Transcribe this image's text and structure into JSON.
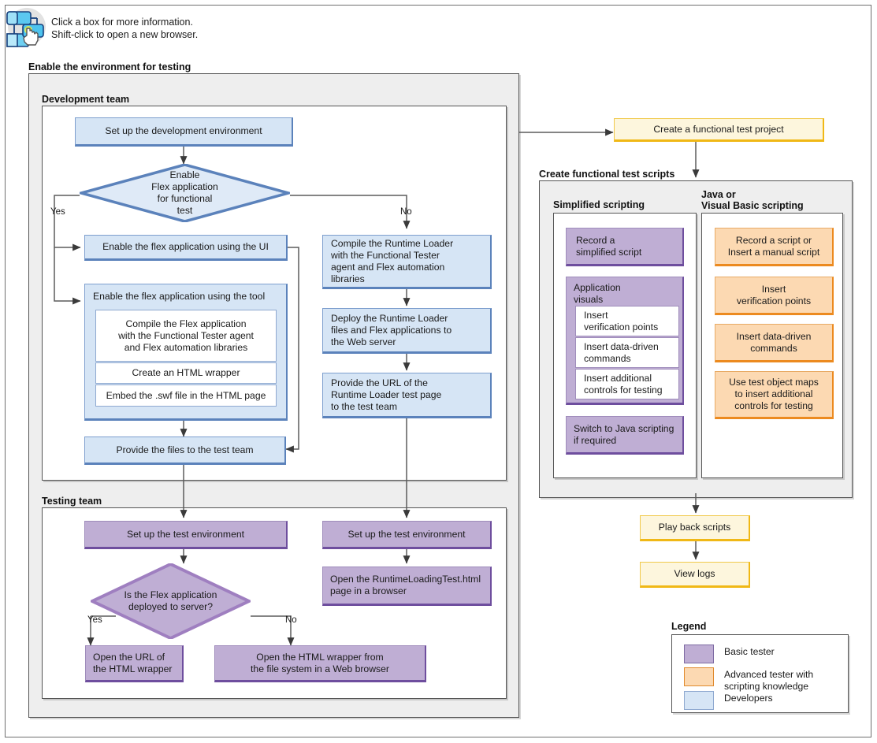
{
  "header": {
    "icon": "flowchart-hand-cursor-icon",
    "line1": "Click a box for more information.",
    "line2": "Shift-click to open a new browser."
  },
  "groups": {
    "enable_env": "Enable the environment for testing",
    "dev_team": "Development team",
    "test_team": "Testing team",
    "create_scripts": "Create functional test scripts",
    "simplified": "Simplified scripting",
    "java_vb": "Java or\nVisual Basic scripting"
  },
  "dev": {
    "setup_env": "Set up the development environment",
    "decision": "Enable\nFlex application\nfor functional\ntest",
    "yes": "Yes",
    "no": "No",
    "enable_ui": "Enable the flex application using the UI",
    "enable_tool": "Enable the flex application using the tool",
    "tool_step1": "Compile the Flex application\nwith the Functional Tester agent\nand Flex automation libraries",
    "tool_step2": "Create an HTML wrapper",
    "tool_step3": "Embed the .swf file in the HTML page",
    "provide_files": "Provide the files to the test team",
    "compile_rtl": "Compile the Runtime Loader\nwith the Functional Tester\nagent and Flex automation\nlibraries",
    "deploy_rtl": "Deploy the Runtime Loader\nfiles and Flex applications to\nthe Web server",
    "provide_url": "Provide the URL of the\nRuntime Loader test page\nto the test team"
  },
  "test": {
    "setup_left": "Set up the test environment",
    "setup_right": "Set up the test environment",
    "open_runtime_html": "Open the RuntimeLoadingTest.html\npage in a browser",
    "decision": "Is the Flex application\ndeployed to server?",
    "yes": "Yes",
    "no": "No",
    "open_url": "Open the URL of\nthe HTML wrapper",
    "open_wrapper": "Open the HTML wrapper from\nthe file system in a Web browser"
  },
  "scripts": {
    "create_project": "Create a functional test project",
    "simplified_record": "Record a\nsimplified script",
    "app_visuals": "Application\nvisuals",
    "sv_insert_vp": "Insert\nverification points",
    "sv_insert_ddc": "Insert data-driven\ncommands",
    "sv_insert_ctrl": "Insert additional\ncontrols for testing",
    "switch_java": "Switch to Java scripting\nif required",
    "jv_record": "Record a script or\nInsert a manual script",
    "jv_insert_vp": "Insert\nverification points",
    "jv_insert_ddc": "Insert data-driven\ncommands",
    "jv_object_maps": "Use test object maps\nto insert additional\ncontrols for testing",
    "play_back": "Play back scripts",
    "view_logs": "View logs"
  },
  "legend": {
    "title": "Legend",
    "items": [
      {
        "label": "Basic tester",
        "color": "#bfaed4"
      },
      {
        "label": "Advanced tester with\nscripting knowledge",
        "color": "#fcd9b2"
      },
      {
        "label": "Developers",
        "color": "#d6e5f5"
      }
    ]
  },
  "colors": {
    "developer_blue": "#d6e5f5",
    "basic_tester_purple": "#bfaed4",
    "advanced_tester_orange": "#fcd9b2",
    "pale_yellow": "#fdf6dd",
    "panel_grey": "#eeeeee"
  }
}
